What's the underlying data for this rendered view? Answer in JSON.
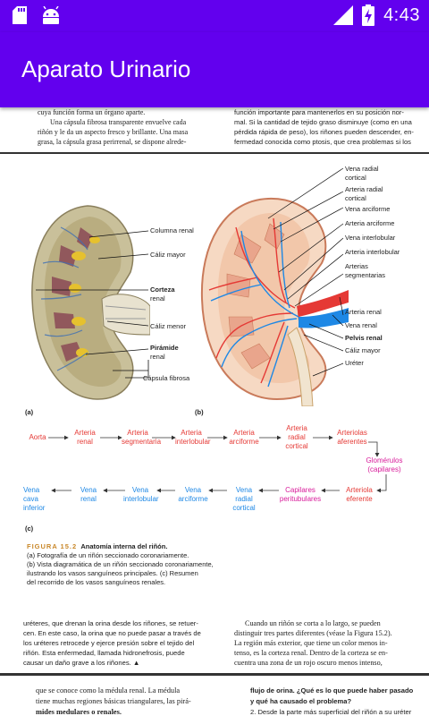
{
  "status_bar": {
    "time": "4:43",
    "icons": [
      "sd-card-icon",
      "android-icon",
      "signal-icon",
      "battery-charging-icon"
    ]
  },
  "app_bar": {
    "title": "Aparato Urinario"
  },
  "colors": {
    "primary": "#6200ee",
    "artery": "#e53935",
    "vein": "#1e88e5",
    "capillary": "#d81b9a",
    "caption_accent": "#c9882a"
  },
  "page": {
    "top_left": [
      "cuya función forma un órgano aparte.",
      "Una cápsula fibrosa transparente envuelve cada",
      "riñón y le da un aspecto fresco y brillante. Una masa",
      "grasa, la cápsula grasa perirrenal, se dispone alrede-"
    ],
    "top_right": [
      "función importante para mantenerlos en su posición nor-",
      "mal. Si la cantidad de tejido graso disminuye (como en una",
      "pérdida rápida de peso), los riñones pueden descender, en-",
      "fermedad conocida como ptosis, que crea problemas si los"
    ],
    "labels_a": {
      "columna": "Columna renal",
      "caliz_mayor": "Cáliz mayor",
      "corteza_1": "Corteza",
      "corteza_2": "renal",
      "caliz_menor": "Cáliz menor",
      "piramide_1": "Pirámide",
      "piramide_2": "renal",
      "capsula": "Cápsula fibrosa",
      "tag": "(a)"
    },
    "labels_b": {
      "vena_radial_cortical_1": "Vena radial",
      "vena_radial_cortical_2": "cortical",
      "arteria_radial_cortical_1": "Arteria radial",
      "arteria_radial_cortical_2": "cortical",
      "vena_arciforme": "Vena arciforme",
      "arteria_arciforme": "Arteria arciforme",
      "vena_interlobular": "Vena interlobular",
      "arteria_interlobular": "Arteria interlobular",
      "arterias_segmentarias_1": "Arterias",
      "arterias_segmentarias_2": "segmentarias",
      "arteria_renal": "Arteria renal",
      "vena_renal": "Vena renal",
      "pelvis_renal": "Pelvis renal",
      "caliz_mayor": "Cáliz mayor",
      "ureter": "Uréter",
      "tag": "(b)"
    },
    "flow": {
      "row1": [
        "Aorta",
        "Arteria|renal",
        "Arteria|segmentaria",
        "Arteria|interlobular",
        "Arteria|arciforme",
        "Arteria|radial|cortical",
        "Arteriolas|aferentes"
      ],
      "glomerulos": "Glomérulos|(capilares)",
      "row2": [
        "Vena|cava|inferior",
        "Vena|renal",
        "Vena|interlobular",
        "Vena|arciforme",
        "Vena|radial|cortical",
        "Capilares|peritubulares",
        "Arteriola|eferente"
      ],
      "tag": "(c)"
    },
    "caption": {
      "fig_no": "FIGURA 15.2",
      "title": "Anatomía interna del riñón.",
      "lines": [
        "(a) Fotografía de un riñón seccionado coronariamente.",
        "(b) Vista diagramática de un riñón seccionado coronariamente,",
        "ilustrando los vasos sanguíneos principales. (c) Resumen",
        "del recorrido de los vasos sanguíneos renales."
      ]
    },
    "bottom_left": [
      "uréteres, que drenan la orina desde los riñones, se retuer-",
      "cen. En este caso, la orina que no puede pasar a través de",
      "los uréteres retrocede y ejerce presión sobre el tejido del",
      "riñón. Esta enfermedad, llamada hidronefrosis, puede",
      "causar un daño grave a los riñones. ▲"
    ],
    "bottom_right": [
      "Cuando un riñón se corta a lo largo, se pueden",
      "distinguir tres partes diferentes (véase la Figura 15.2).",
      "La región más exterior, que tiene un color menos in-",
      "tenso, es la corteza renal. Dentro de la corteza se en-",
      "cuentra una zona de un rojo oscuro menos intenso,"
    ],
    "next_left": [
      "que se conoce como la médula renal. La médula",
      "tiene muchas regiones básicas triangulares, las pirá-",
      "mides medulares o renales."
    ],
    "next_right": [
      "flujo de orina. ¿Qué es lo que puede haber pasado",
      "y qué ha causado el problema?",
      "2. Desde la parte más superficial del riñón a su uréter"
    ]
  }
}
